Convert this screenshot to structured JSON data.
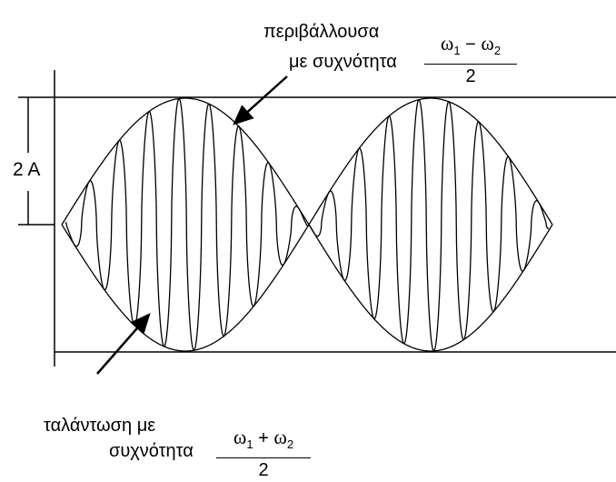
{
  "labels": {
    "envelope_line1": "περιβάλλουσα",
    "envelope_line2": "με συχνότητα",
    "envelope_fraction": {
      "w1": "ω",
      "s1": "1",
      "op": "−",
      "w2": "ω",
      "s2": "2",
      "den": "2"
    },
    "oscillation_line1": "ταλάντωση με",
    "oscillation_line2": "συχνότητα",
    "oscillation_fraction": {
      "w1": "ω",
      "s1": "1",
      "op": "+",
      "w2": "ω",
      "s2": "2",
      "den": "2"
    },
    "amplitude": "2 A"
  }
}
